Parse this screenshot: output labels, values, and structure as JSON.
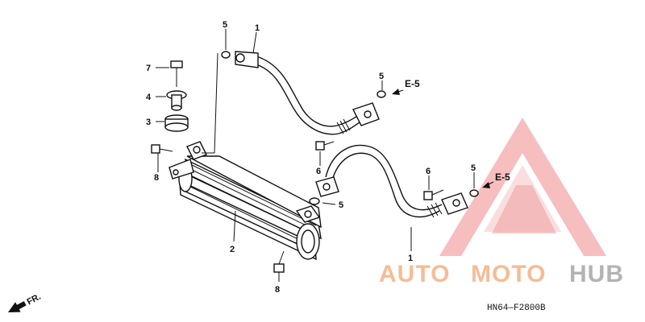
{
  "diagram": {
    "callouts": [
      {
        "id": "c1a",
        "label": "1"
      },
      {
        "id": "c1b",
        "label": "1"
      },
      {
        "id": "c2",
        "label": "2"
      },
      {
        "id": "c3",
        "label": "3"
      },
      {
        "id": "c4",
        "label": "4"
      },
      {
        "id": "c5a",
        "label": "5"
      },
      {
        "id": "c5b",
        "label": "5"
      },
      {
        "id": "c5c",
        "label": "5"
      },
      {
        "id": "c5d",
        "label": "5"
      },
      {
        "id": "c6a",
        "label": "6"
      },
      {
        "id": "c6b",
        "label": "6"
      },
      {
        "id": "c7",
        "label": "7"
      },
      {
        "id": "c8a",
        "label": "8"
      },
      {
        "id": "c8b",
        "label": "8"
      }
    ],
    "refs": [
      {
        "id": "e5a",
        "label": "E-5"
      },
      {
        "id": "e5b",
        "label": "E-5"
      }
    ],
    "front_label": "FR.",
    "drawing_code": "HN64—F2800B"
  },
  "watermark": {
    "part1": "AUTO",
    "part2": "MOTO",
    "part3": "HUB",
    "color_orange": "#f4b183",
    "color_gray": "#a6a6a6",
    "color_red": "#e25a5a"
  }
}
